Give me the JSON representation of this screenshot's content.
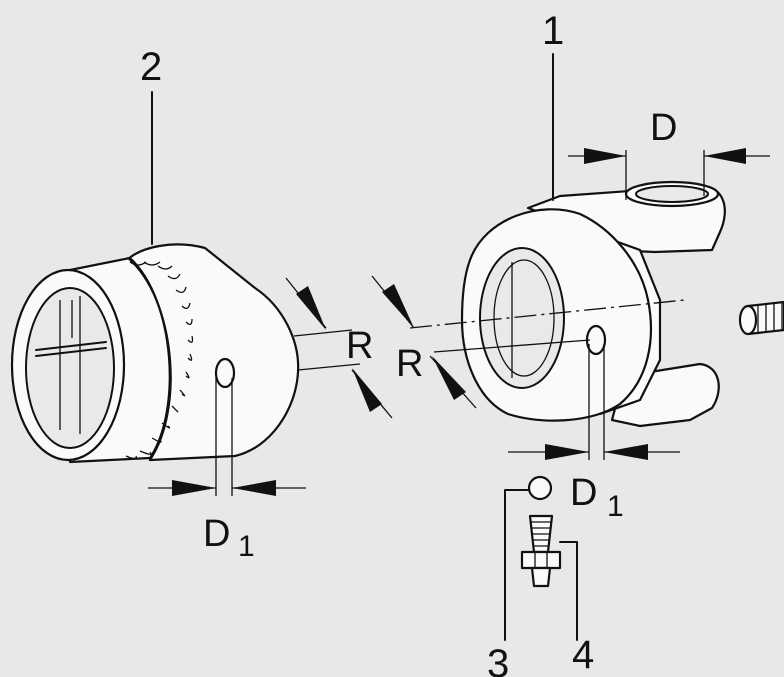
{
  "labels": {
    "part1": "1",
    "part2": "2",
    "part3": "3",
    "part4": "4",
    "dim_d": "D",
    "dim_d1_left_main": "D",
    "dim_d1_left_sub": "1",
    "dim_d1_right_main": "D",
    "dim_d1_right_sub": "1",
    "dim_r_left": "R",
    "dim_r_right": "R"
  },
  "colors": {
    "background": "#e8e8e8",
    "ink": "#111111",
    "part_fill": "#fafafa"
  }
}
